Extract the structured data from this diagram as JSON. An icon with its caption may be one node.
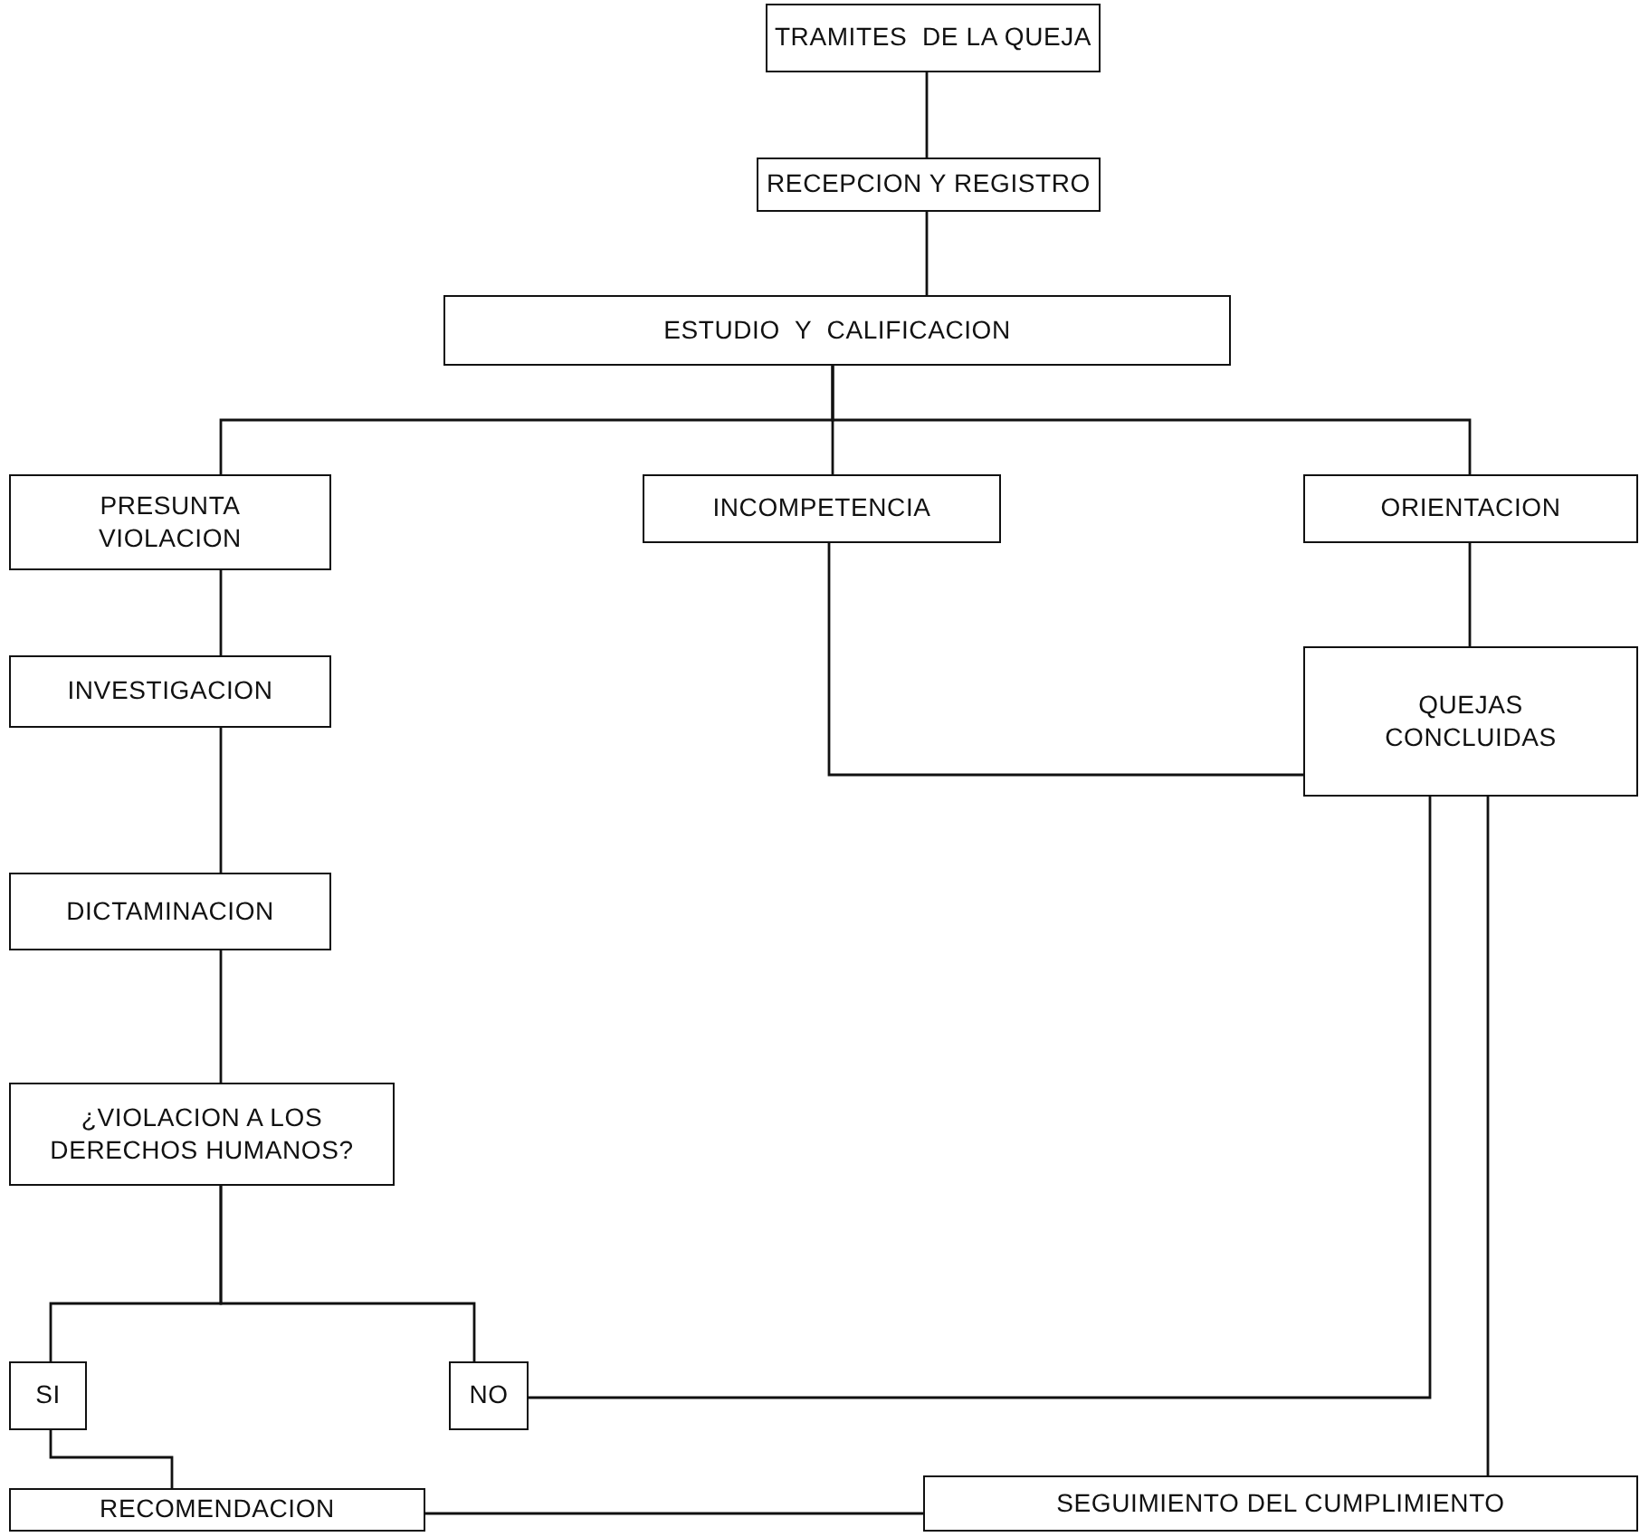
{
  "diagram": {
    "nodes": [
      {
        "text": [
          "TRAMITES  DE LA QUEJA"
        ]
      },
      {
        "text": [
          "RECEPCION Y REGISTRO"
        ]
      },
      {
        "text": [
          "ESTUDIO  Y  CALIFICACION"
        ]
      },
      {
        "text": [
          "PRESUNTA VIOLACION"
        ]
      },
      {
        "text": [
          "INCOMPETENCIA"
        ]
      },
      {
        "text": [
          "ORIENTACION"
        ]
      },
      {
        "text": [
          "INVESTIGACION"
        ]
      },
      {
        "text": [
          "QUEJAS CONCLUIDAS"
        ]
      },
      {
        "text": [
          "DICTAMINACION"
        ]
      },
      {
        "text": [
          "¿VIOLACION A LOS DERECHOS HUMANOS?"
        ]
      },
      {
        "text": [
          "SI"
        ]
      },
      {
        "text": [
          "NO"
        ]
      },
      {
        "text": [
          "RECOMENDACION"
        ]
      },
      {
        "text": [
          "SEGUIMIENTO DEL CUMPLIMIENTO"
        ]
      }
    ],
    "edges": [
      {
        "from": 0,
        "to": 1,
        "arrow": "none"
      },
      {
        "from": 1,
        "to": 2,
        "arrow": "none"
      },
      {
        "from": 2,
        "to": 3,
        "arrow": "none"
      },
      {
        "from": 2,
        "to": 4,
        "arrow": "none"
      },
      {
        "from": 2,
        "to": 5,
        "arrow": "none"
      },
      {
        "from": 3,
        "to": 6,
        "arrow": "none"
      },
      {
        "from": 6,
        "to": 8,
        "arrow": "none"
      },
      {
        "from": 8,
        "to": 9,
        "arrow": "none"
      },
      {
        "from": 9,
        "to": 10,
        "arrow": "none"
      },
      {
        "from": 9,
        "to": 11,
        "arrow": "none"
      },
      {
        "from": 4,
        "to": 7,
        "arrow": "none"
      },
      {
        "from": 5,
        "to": 7,
        "arrow": "none"
      },
      {
        "from": 11,
        "to": 7,
        "arrow": "none"
      },
      {
        "from": 7,
        "to": 13,
        "arrow": "none"
      },
      {
        "from": 10,
        "to": 12,
        "arrow": "none"
      },
      {
        "from": 12,
        "to": 13,
        "arrow": "none"
      }
    ]
  }
}
